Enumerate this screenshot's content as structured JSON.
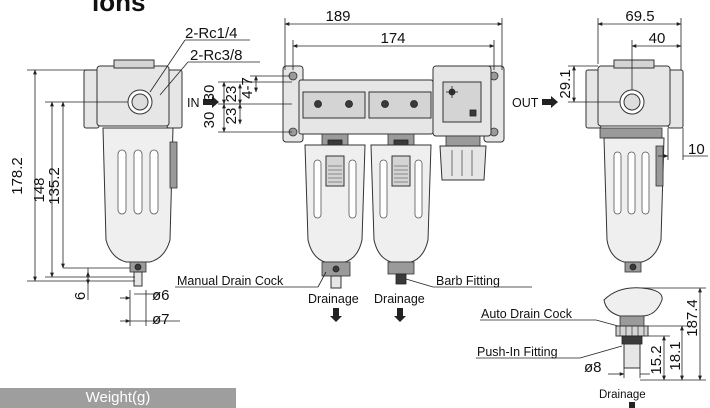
{
  "heading_fragment": "ions",
  "dims": {
    "w189": "189",
    "w174": "174",
    "w69_5": "69.5",
    "w40": "40",
    "port1": "2-Rc1/4",
    "port2": "2-Rc3/8",
    "h30a": "30",
    "h30b": "30",
    "h23a": "23",
    "h23b": "23",
    "h4_7": "4-7",
    "h178_2": "178.2",
    "h148": "148",
    "h135_2": "135.2",
    "h6": "6",
    "d6": "ø6",
    "d7": "ø7",
    "h29_1": "29.1",
    "w10": "10",
    "h187_4": "187.4",
    "d8": "ø8",
    "h15_2": "15.2",
    "h18_1": "18.1"
  },
  "labels": {
    "in": "IN",
    "out": "OUT",
    "manual_drain_cock": "Manual Drain Cock",
    "barb_fitting": "Barb Fitting",
    "drainage_1": "Drainage",
    "drainage_2": "Drainage",
    "drainage_3": "Drainage",
    "auto_drain_cock": "Auto Drain Cock",
    "push_in_fitting": "Push-In Fitting"
  },
  "weight_table": {
    "header": "Weight(g)"
  }
}
